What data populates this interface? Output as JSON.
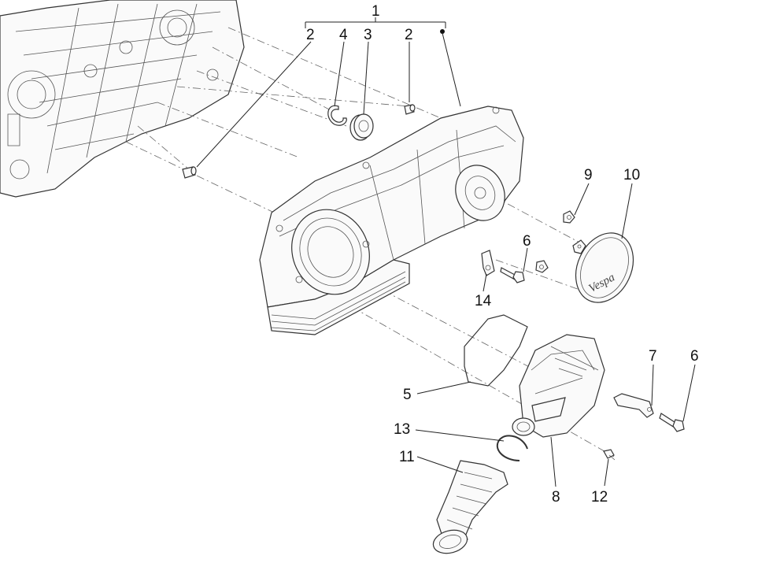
{
  "labels": {
    "l1": "1",
    "l2a": "2",
    "l4": "4",
    "l3": "3",
    "l2b": "2",
    "l9": "9",
    "l10": "10",
    "l6a": "6",
    "l14": "14",
    "l7": "7",
    "l6b": "6",
    "l5": "5",
    "l13": "13",
    "l11": "11",
    "l8": "8",
    "l12": "12"
  },
  "logo_text": "Vespa"
}
